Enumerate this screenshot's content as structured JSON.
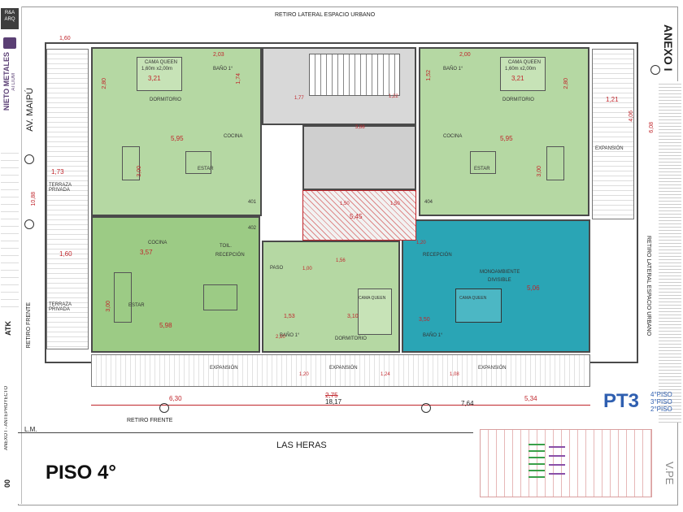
{
  "sheet": {
    "firm": "R&A ARQ",
    "developer": "NIETO METALES",
    "developer_sub": "ATLIUM",
    "project_code": "ATK",
    "street_left": "AV. MAIPÚ",
    "street_bottom": "LAS HERAS",
    "retiro_top": "RETIRO LATERAL ESPACIO URBANO",
    "retiro_right": "RETIRO LATERAL ESPACIO URBANO",
    "retiro_left": "RETIRO FRENTE",
    "retiro_bottom": "RETIRO FRENTE",
    "lm": "L.M.",
    "anexo": "ANEXO I",
    "anexo_strip": "ANEXO I - ANTEPROYECTO",
    "sheet_no": "00",
    "version": "V.PE",
    "floor_title": "PISO 4°",
    "pt_code": "PT3",
    "pt_floors": [
      "4°PISO",
      "3°PISO",
      "2°PISO"
    ]
  },
  "rooms": {
    "dormitorio_l": "DORMITORIO",
    "dormitorio_r": "DORMITORIO",
    "dormitorio_c": "DORMITORIO",
    "cama_l": "CAMA QUEEN",
    "cama_l_size": "1,60m x2,00m",
    "cama_r": "CAMA QUEEN",
    "cama_r_size": "1,60m x2,00m",
    "cama_c": "CAMA QUEEN",
    "cama_m": "CAMA QUEEN",
    "bano_l": "BAÑO 1°",
    "bano_r": "BAÑO 1°",
    "bano_c": "BAÑO 1°",
    "bano_m": "BAÑO 1°",
    "cocina_l": "COCINA",
    "cocina_r": "COCINA",
    "cocina_bl": "COCINA",
    "estar_l": "ESTAR",
    "estar_r": "ESTAR",
    "estar_bl": "ESTAR",
    "terraza_top": "TERRAZA PRIVADA",
    "terraza_bot": "TERRAZA PRIVADA",
    "toil": "TOIL.",
    "recepcion_l": "RECEPCIÓN",
    "recepcion_r": "RECEPCIÓN",
    "paso": "PASO",
    "monoambiente": "MONOAMBIENTE",
    "divisible": "DIVISIBLE",
    "expansion_r": "EXPANSIÓN",
    "expansion_b1": "EXPANSIÓN",
    "expansion_b2": "EXPANSIÓN",
    "expansion_b3": "EXPANSIÓN",
    "unit_401": "401",
    "unit_402": "402",
    "unit_404": "404"
  },
  "dims": {
    "top_left_w": "1,60",
    "d203": "2,03",
    "d200": "2,00",
    "d321l": "3,21",
    "d321r": "3,21",
    "d280l": "2,80",
    "d280r": "2,80",
    "d174": "1,74",
    "d152": "1,52",
    "d595l": "5,95",
    "d595r": "5,95",
    "d300l": "3,00",
    "d300r": "3,00",
    "d173": "1,73",
    "d1088": "10,88",
    "d160": "1,60",
    "d357": "3,57",
    "d300bl": "3,00",
    "d598": "5,98",
    "d153": "1,53",
    "d310": "3,10",
    "d506": "5,06",
    "d350": "3,50",
    "d388": "3,88",
    "d150a": "1,50",
    "d150b": "1,50",
    "d545": "5,45",
    "d121": "1,21",
    "d406": "4,06",
    "d608": "6,08",
    "d630": "6,30",
    "d275": "2,75",
    "d1817": "18,17",
    "d764": "7,64",
    "d534": "5,34",
    "d120a": "1,20",
    "d120b": "1,20",
    "d108": "1,08",
    "d124": "1,24",
    "d100": "1,00",
    "d210": "2,10",
    "d156": "1,56",
    "d177": "1,77",
    "d122": "1,22"
  },
  "colors": {
    "green": "#b5d8a3",
    "green_dark": "#9ccb85",
    "teal": "#2aa5b5",
    "core": "#bdbdbd",
    "wall": "#4a4a4a",
    "red": "#c0262c",
    "blue_title": "#2f5fb0"
  }
}
